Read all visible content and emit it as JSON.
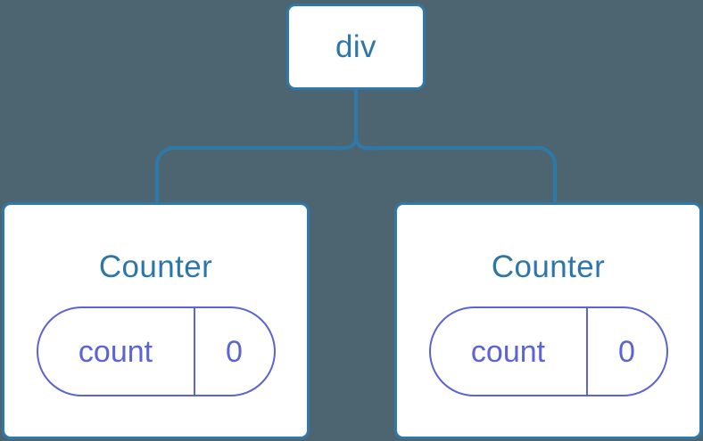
{
  "canvas": {
    "background_color": "#4c6570",
    "node_fill_color": "#ffffff",
    "node_border_color": "#2f79a9",
    "node_text_color": "#2d76a8",
    "state_accent_color": "#5c63d5",
    "connector_color": "#2f79a9"
  },
  "tree": {
    "root": {
      "label": "div"
    },
    "children": [
      {
        "title": "Counter",
        "state": {
          "key": "count",
          "value": "0"
        }
      },
      {
        "title": "Counter",
        "state": {
          "key": "count",
          "value": "0"
        }
      }
    ]
  }
}
